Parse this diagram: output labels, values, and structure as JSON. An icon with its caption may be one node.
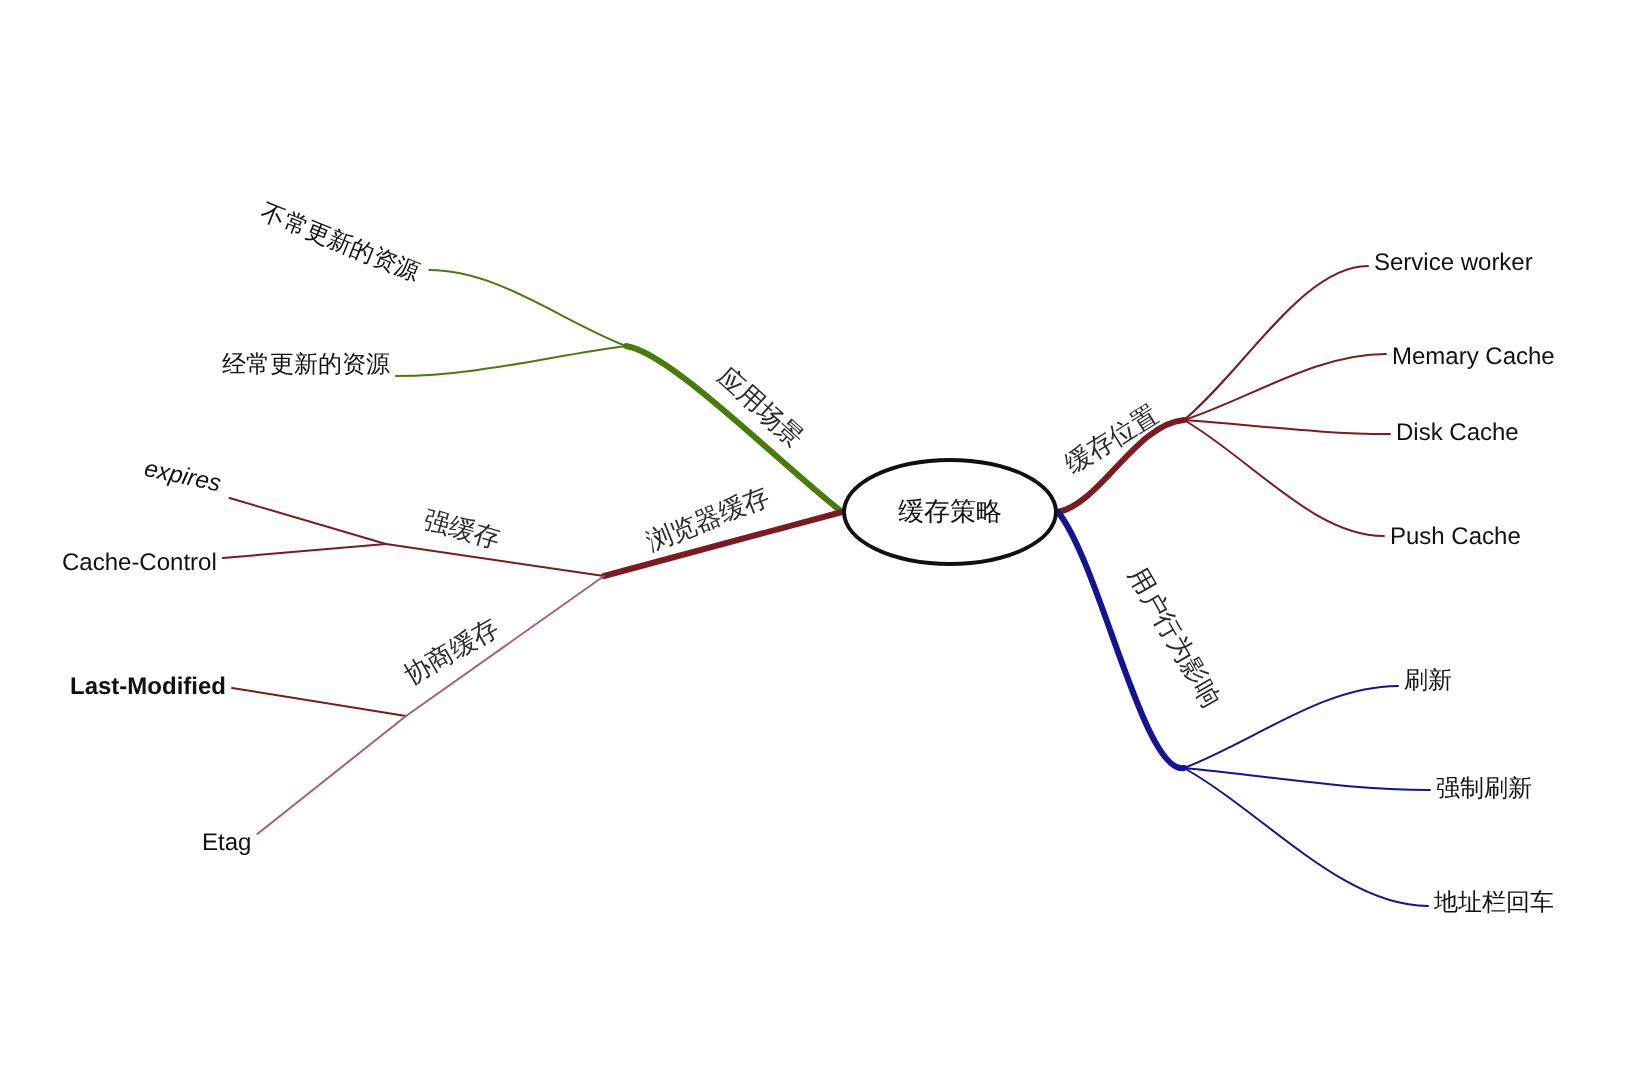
{
  "diagram": {
    "nodes": [
      {
        "text": [
          "缓存策略"
        ]
      },
      {
        "text": [
          "应用场景"
        ]
      },
      {
        "text": [
          "不常更新的资源"
        ]
      },
      {
        "text": [
          "经常更新的资源"
        ]
      },
      {
        "text": [
          "浏览器缓存"
        ]
      },
      {
        "text": [
          "强缓存"
        ]
      },
      {
        "text": [
          "expires"
        ]
      },
      {
        "text": [
          "Cache-Control"
        ]
      },
      {
        "text": [
          "协商缓存"
        ]
      },
      {
        "text": [
          "Last-Modified"
        ]
      },
      {
        "text": [
          "Etag"
        ]
      },
      {
        "text": [
          "缓存位置"
        ]
      },
      {
        "text": [
          "Service worker"
        ]
      },
      {
        "text": [
          "Memary Cache"
        ]
      },
      {
        "text": [
          "Disk Cache"
        ]
      },
      {
        "text": [
          "Push Cache"
        ]
      },
      {
        "text": [
          "用户行为影响"
        ]
      },
      {
        "text": [
          "刷新"
        ]
      },
      {
        "text": [
          "强制刷新"
        ]
      },
      {
        "text": [
          "地址栏回车"
        ]
      }
    ],
    "edges": [
      {
        "from": 0,
        "to": 1,
        "arrow": "none",
        "style": "thick",
        "color": "#4b7a0c"
      },
      {
        "from": 1,
        "to": 2,
        "arrow": "none",
        "color": "#4b7a0c"
      },
      {
        "from": 1,
        "to": 3,
        "arrow": "none",
        "color": "#4b7a0c"
      },
      {
        "from": 0,
        "to": 4,
        "arrow": "none",
        "style": "thick"
      },
      {
        "from": 4,
        "to": 5,
        "arrow": "none"
      },
      {
        "from": 5,
        "to": 6,
        "arrow": "none"
      },
      {
        "from": 5,
        "to": 7,
        "arrow": "none"
      },
      {
        "from": 4,
        "to": 8,
        "arrow": "none",
        "color": "#a8606e"
      },
      {
        "from": 8,
        "to": 9,
        "arrow": "none"
      },
      {
        "from": 8,
        "to": 10,
        "arrow": "none",
        "color": "#a8606e"
      },
      {
        "from": 0,
        "to": 11,
        "arrow": "none",
        "style": "thick"
      },
      {
        "from": 11,
        "to": 12,
        "arrow": "none"
      },
      {
        "from": 11,
        "to": 13,
        "arrow": "none"
      },
      {
        "from": 11,
        "to": 14,
        "arrow": "none"
      },
      {
        "from": 11,
        "to": 15,
        "arrow": "none"
      },
      {
        "from": 0,
        "to": 16,
        "arrow": "none",
        "style": "thick",
        "color": "#14148e"
      },
      {
        "from": 16,
        "to": 17,
        "arrow": "none",
        "color": "#14148e"
      },
      {
        "from": 16,
        "to": 18,
        "arrow": "none",
        "color": "#14148e"
      },
      {
        "from": 16,
        "to": 19,
        "arrow": "none",
        "color": "#14148e"
      }
    ]
  }
}
